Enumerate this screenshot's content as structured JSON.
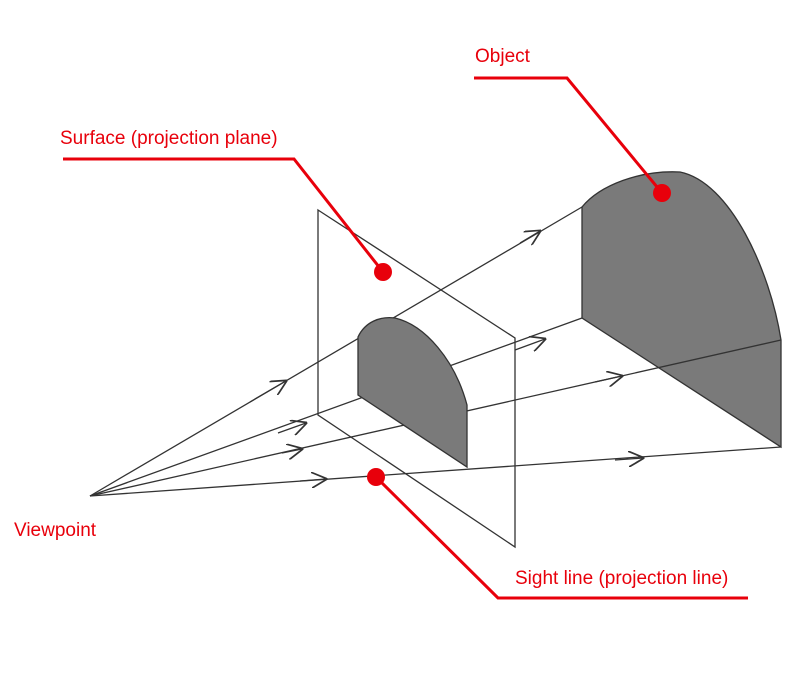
{
  "labels": {
    "object": "Object",
    "surface": "Surface (projection plane)",
    "viewpoint": "Viewpoint",
    "sight_line": "Sight line (projection line)"
  },
  "colors": {
    "callout": "#e8000b",
    "line": "#333333",
    "shaded_face": "#7a7a7a",
    "background": "#ffffff"
  }
}
